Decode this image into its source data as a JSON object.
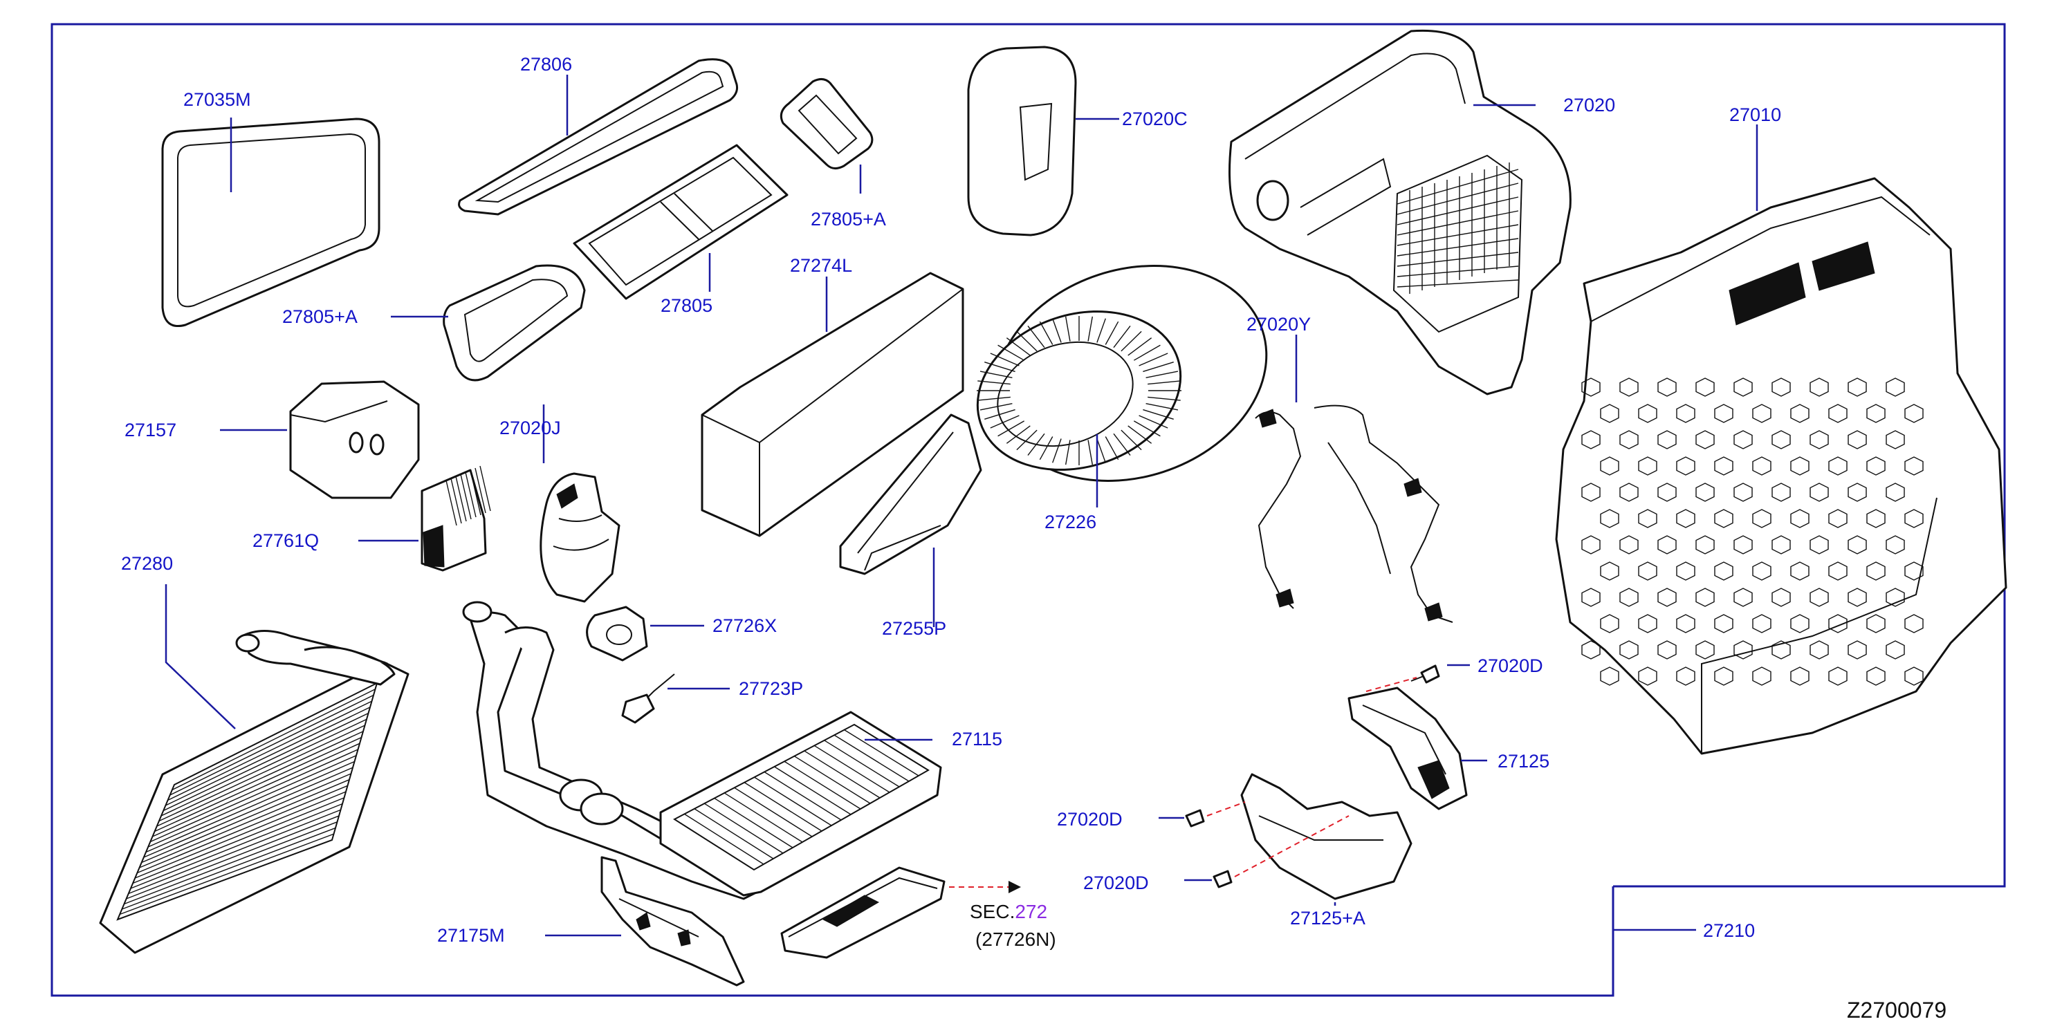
{
  "diagram": {
    "id": "Z2700079",
    "reference": {
      "prefix": "SEC.",
      "section": "272",
      "part": "(27726N)"
    },
    "labels": {
      "p27035M": "27035M",
      "p27806": "27806",
      "p27805A_top": "27805+A",
      "p27805A_left": "27805+A",
      "p27805": "27805",
      "p27020C": "27020C",
      "p27020": "27020",
      "p27010": "27010",
      "p27274L": "27274L",
      "p27157": "27157",
      "p27020J": "27020J",
      "p27761Q": "27761Q",
      "p27280": "27280",
      "p27726X": "27726X",
      "p27723P": "27723P",
      "p27115": "27115",
      "p27175M": "27175M",
      "p27226": "27226",
      "p27255P": "27255P",
      "p27020Y": "27020Y",
      "p27020D_a": "27020D",
      "p27020D_b": "27020D",
      "p27020D_c": "27020D",
      "p27125": "27125",
      "p27125A": "27125+A",
      "p27210": "27210"
    }
  }
}
